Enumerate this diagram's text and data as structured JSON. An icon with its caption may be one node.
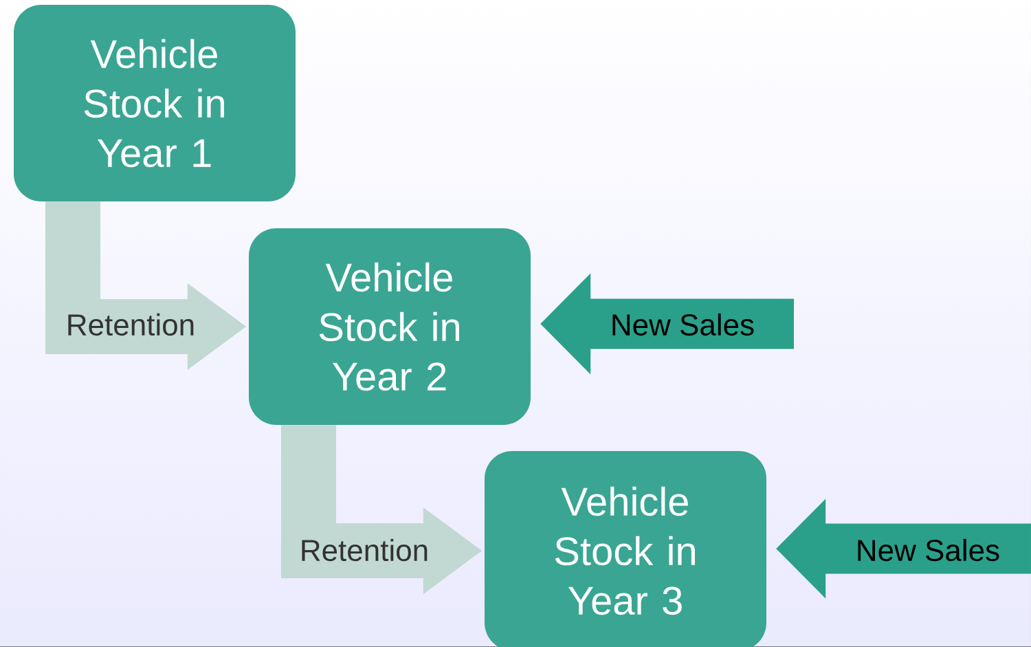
{
  "diagram": {
    "nodes": [
      {
        "text": [
          "Vehicle Stock in Year 1"
        ]
      },
      {
        "text": [
          "Vehicle Stock in Year 2"
        ]
      },
      {
        "text": [
          "Vehicle Stock in Year 3"
        ]
      }
    ],
    "edges": [
      {
        "from": 0,
        "to": 1,
        "arrow": "to",
        "label": "Retention",
        "color": "#c1d9d2"
      },
      {
        "from": null,
        "to": 1,
        "arrow": "to",
        "label": "New Sales",
        "color": "#2aa08a"
      },
      {
        "from": 1,
        "to": 2,
        "arrow": "to",
        "label": "Retention",
        "color": "#c1d9d2"
      },
      {
        "from": null,
        "to": 2,
        "arrow": "to",
        "label": "New Sales",
        "color": "#2aa08a"
      }
    ]
  }
}
